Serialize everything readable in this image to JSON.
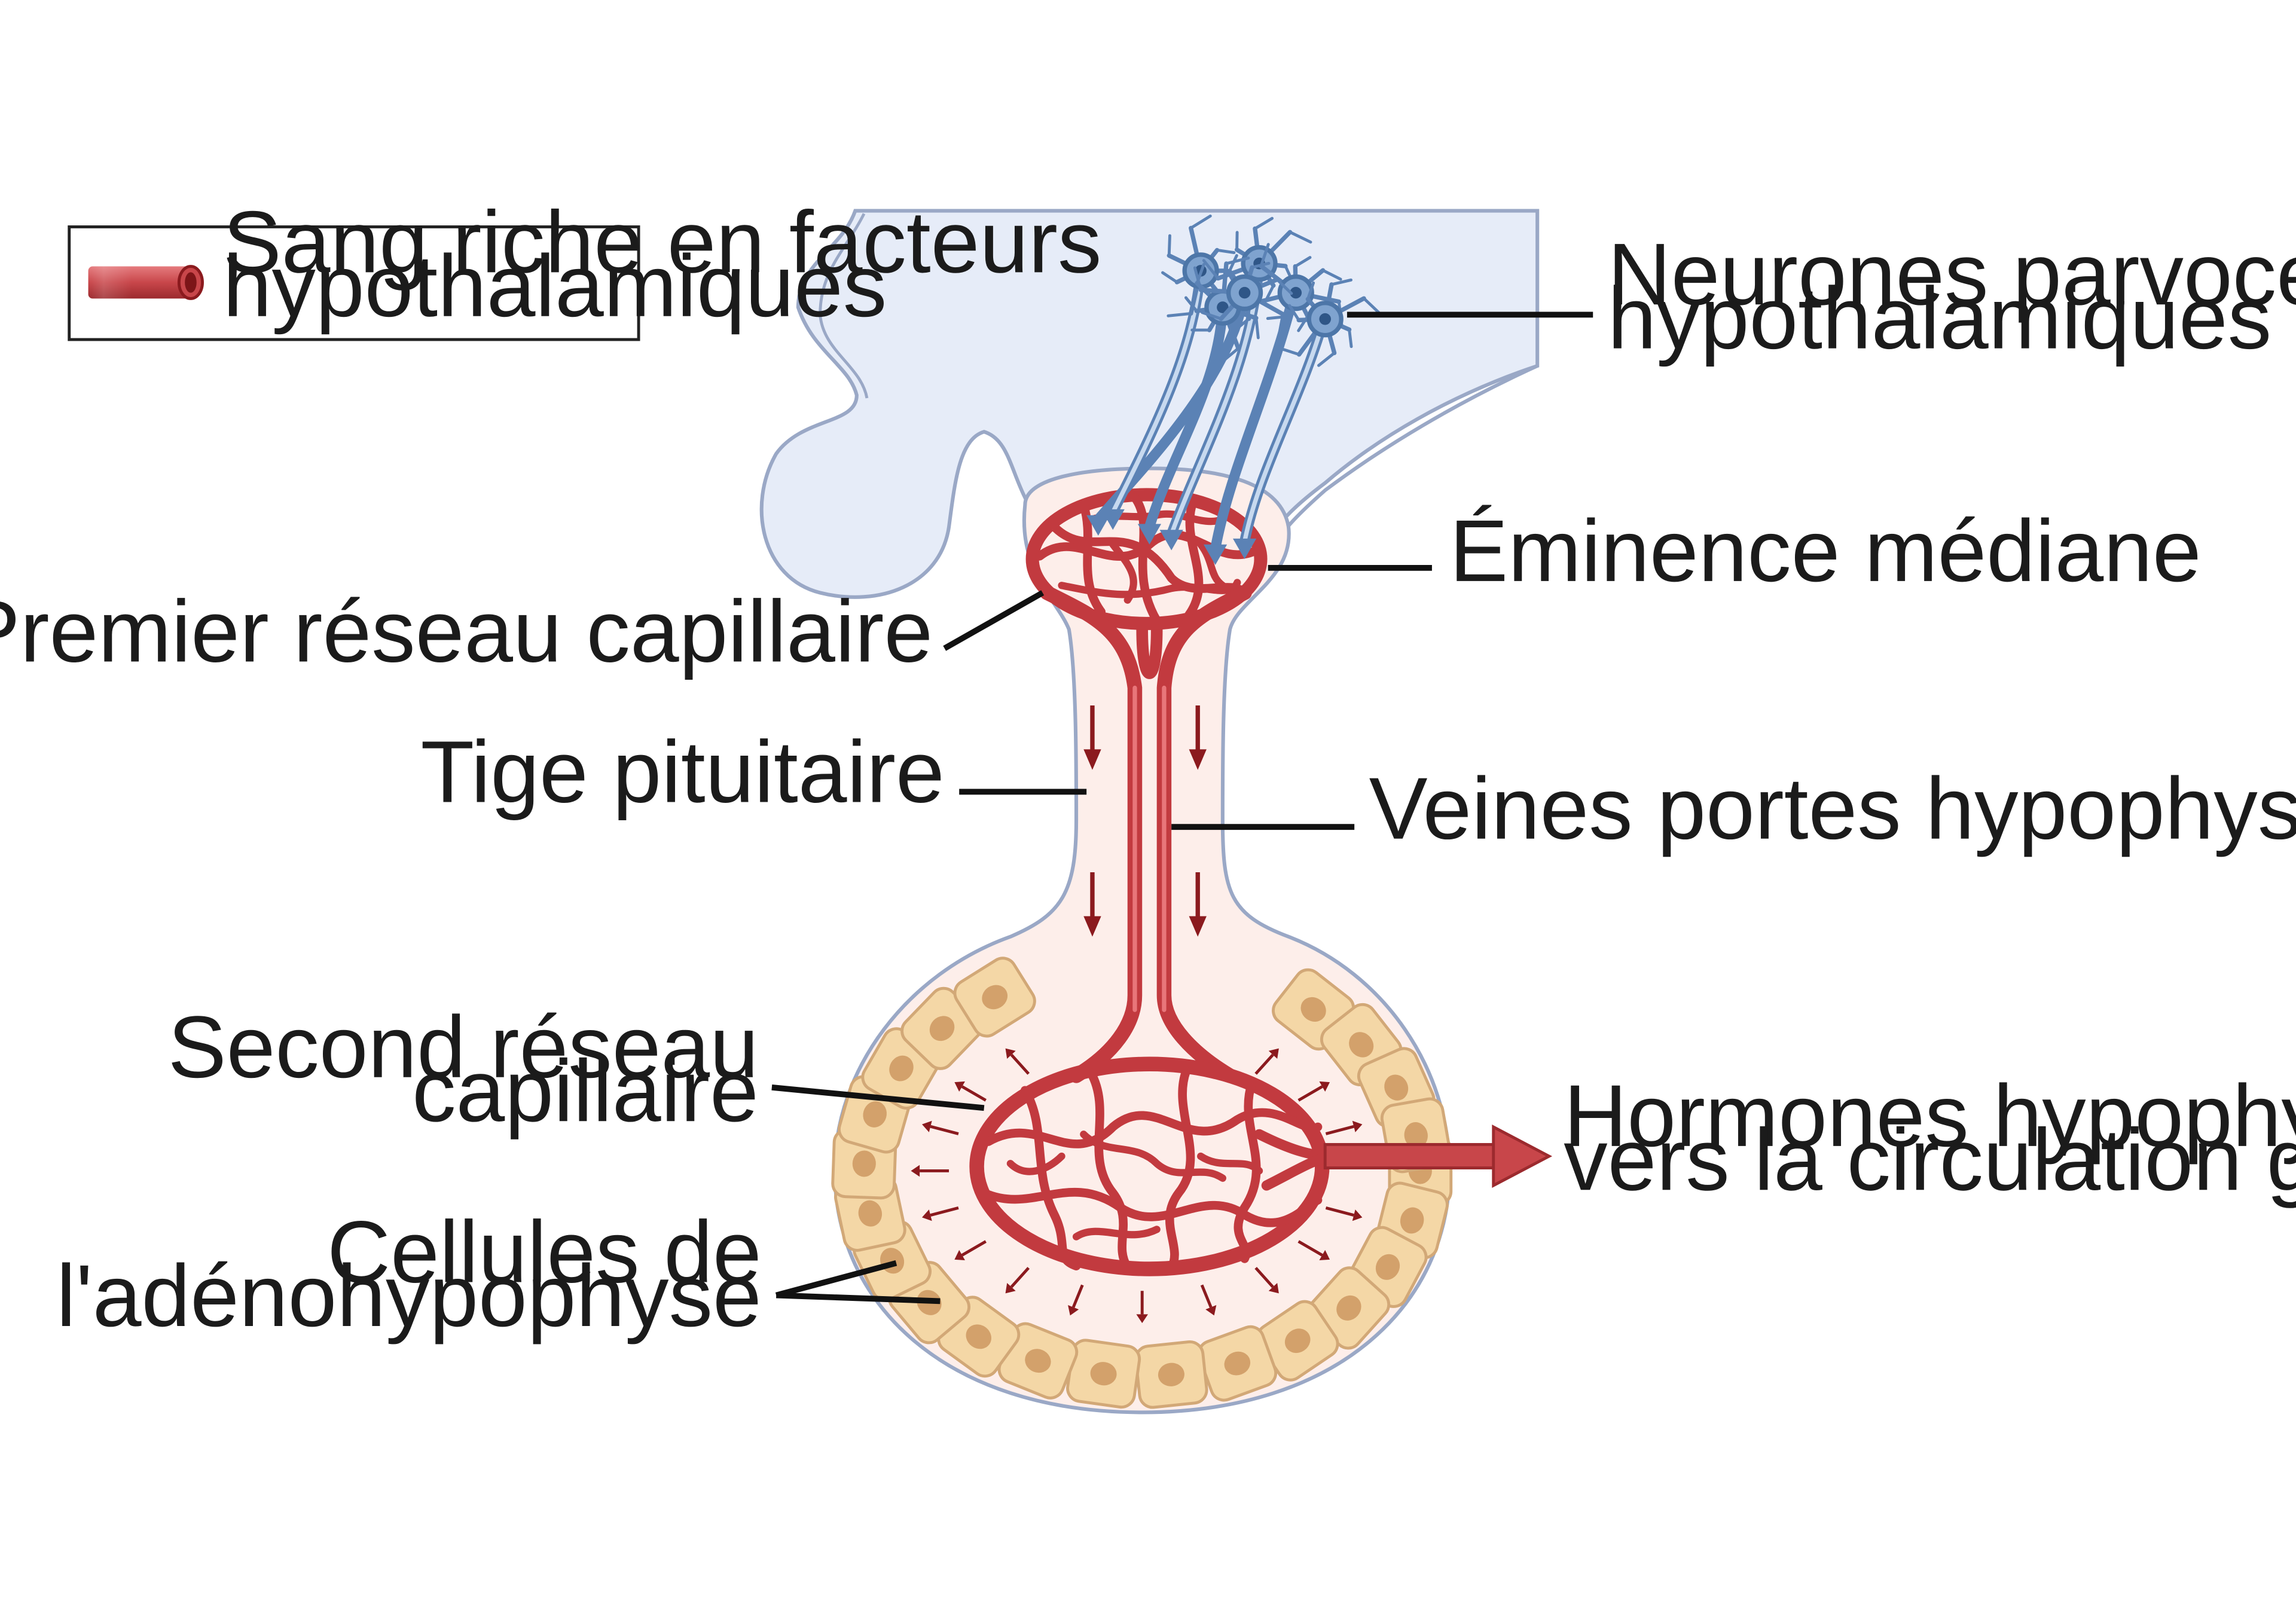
{
  "legend": {
    "line1": "Sang riche en facteurs",
    "line2": "hypothalamiques",
    "vessel_color": "#c8464a"
  },
  "labels": {
    "neurons": [
      "Neurones parvocellulaires",
      "hypothalamiques"
    ],
    "median_eminence": "Éminence médiane",
    "first_network": "Premier réseau capillaire",
    "stalk": "Tige pituitaire",
    "portal_veins": "Veines portes hypophysaires",
    "second_network": [
      "Second réseau",
      "capillaire"
    ],
    "cells": [
      "Cellules de",
      "l'adénohypophyse"
    ],
    "hormones": [
      "Hormones hypophysaires",
      "vers la circulation générale"
    ]
  },
  "colors": {
    "hypothalamus": "#e6ecf8",
    "tissue": "#fdeeea",
    "outline": "#9aa8c6",
    "blood": "#c8464a",
    "cell_fill": "#f4d7a6",
    "cell_nucleus": "#d3a16b",
    "neuron": "#7fa3cf"
  }
}
